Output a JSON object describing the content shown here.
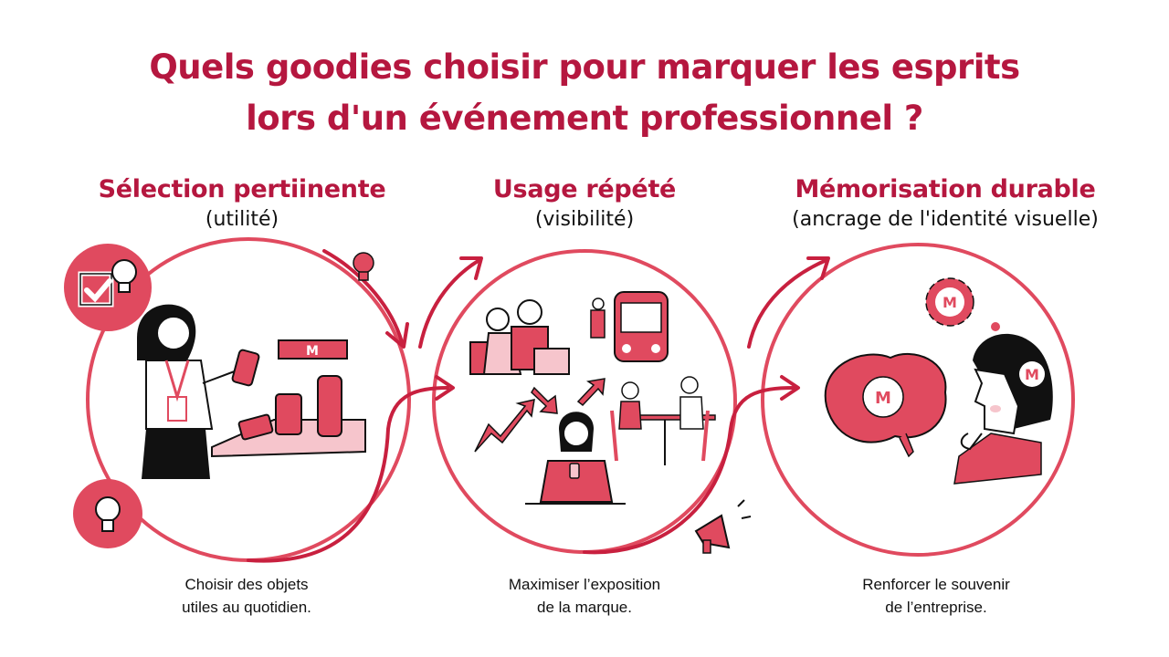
{
  "title": {
    "line1": "Quels goodies choisir pour marquer les esprits",
    "line2": "lors d'un événement professionnel ?"
  },
  "colors": {
    "title": "#b5173f",
    "accent": "#e04a5f",
    "accent_dark": "#c8203f",
    "accent_light": "#f6c5cc",
    "ink": "#111111"
  },
  "steps": [
    {
      "title": "Sélection pertiinente",
      "subtitle": "(utilité)",
      "description_line1": "Choisir des objets",
      "description_line2": "utiles au quotidien.",
      "icons": [
        "checkbox-lightbulb-icon",
        "lightbulb-icon",
        "woman-with-badge",
        "power-bank-icon",
        "water-bottle-icon",
        "brand-banner-M"
      ]
    },
    {
      "title": "Usage répété",
      "subtitle": "(visibilité)",
      "description_line1": "Maximiser l’exposition",
      "description_line2": "de la marque.",
      "icons": [
        "people-laptop",
        "bus-icon",
        "woman-phone",
        "meeting-table",
        "megaphone-icon",
        "arrows-icon"
      ]
    },
    {
      "title": "Mémorisation durable",
      "subtitle": "(ancrage de l'identité visuelle)",
      "description_line1": "Renforcer le souvenir",
      "description_line2": "de l’entreprise.",
      "icons": [
        "brain-gear-M-icon",
        "gear-M-icon",
        "thinking-man",
        "thought-bubble"
      ]
    }
  ],
  "brand_letter": "M"
}
